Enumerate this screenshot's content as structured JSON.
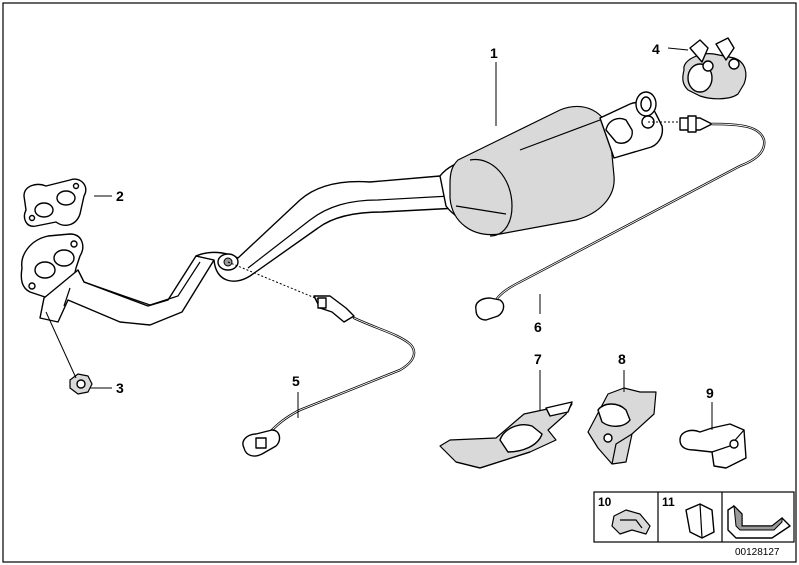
{
  "labels": {
    "p1": "1",
    "p2": "2",
    "p3": "3",
    "p4": "4",
    "p5": "5",
    "p6": "6",
    "p7": "7",
    "p8": "8",
    "p9": "9",
    "p10": "10",
    "p11": "11"
  },
  "document_id": "00128127"
}
